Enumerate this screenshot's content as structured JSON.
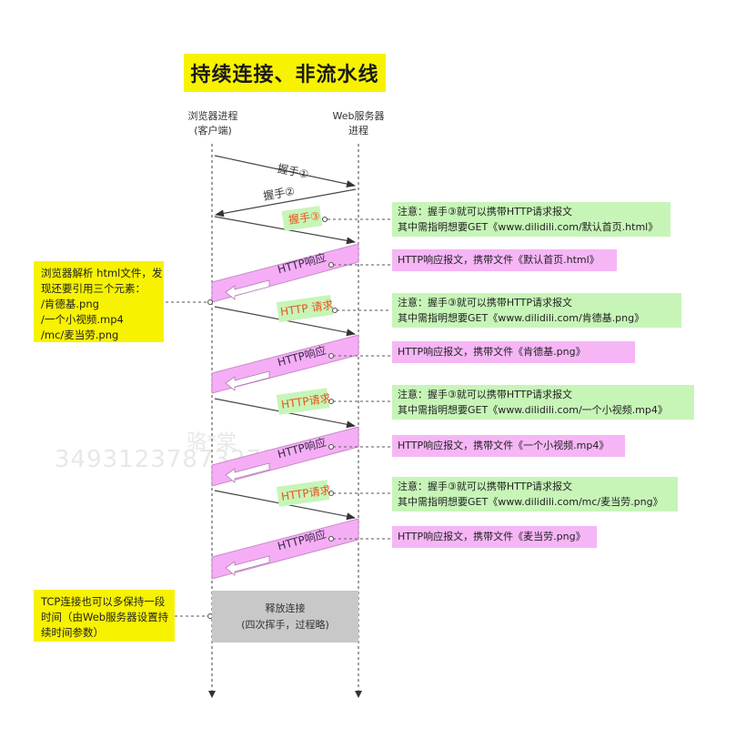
{
  "title": "持续连接、非流水线",
  "lifelines": {
    "client": {
      "line1": "浏览器进程",
      "line2": "(客户端)"
    },
    "server": {
      "line1": "Web服务器",
      "line2": "进程"
    }
  },
  "handshakes": [
    {
      "label": "握手①"
    },
    {
      "label": "握手②"
    },
    {
      "label": "握手③"
    }
  ],
  "messages": {
    "response_label": "HTTP响应",
    "request_labels": [
      "HTTP 请求",
      "HTTP请求",
      "HTTP请求"
    ]
  },
  "notes": {
    "green": [
      {
        "line1": "注意：握手③就可以携带HTTP请求报文",
        "line2": "其中需指明想要GET《www.dilidili.com/默认首页.html》"
      },
      {
        "line1": "注意：握手③就可以携带HTTP请求报文",
        "line2": "其中需指明想要GET《www.dilidili.com/肯德基.png》"
      },
      {
        "line1": "注意：握手③就可以携带HTTP请求报文",
        "line2": "其中需指明想要GET《www.dilidili.com/一个小视频.mp4》"
      },
      {
        "line1": "注意：握手③就可以携带HTTP请求报文",
        "line2": "其中需指明想要GET《www.dilidili.com/mc/麦当劳.png》"
      }
    ],
    "pink": [
      {
        "text": "HTTP响应报文，携带文件《默认首页.html》"
      },
      {
        "text": "HTTP响应报文，携带文件《肯德基.png》"
      },
      {
        "text": "HTTP响应报文，携带文件《一个小视频.mp4》"
      },
      {
        "text": "HTTP响应报文，携带文件《麦当劳.png》"
      }
    ],
    "yellow_parse": {
      "lines": [
        "浏览器解析 html文件，发",
        "现还要引用三个元素：",
        "/肯德基.png",
        "/一个小视频.mp4",
        "/mc/麦当劳.png"
      ]
    },
    "yellow_keepalive": {
      "lines": [
        "TCP连接也可以多保持一段",
        "时间（由Web服务器设置持",
        "续时间参数）"
      ]
    }
  },
  "release_box": {
    "line1": "释放连接",
    "line2": "(四次挥手，过程略)"
  },
  "watermark": {
    "name": "骆*棠",
    "id": "349312378732753"
  },
  "colors": {
    "title_bg": "#f7f200",
    "green_note": "#c7f5b8",
    "pink_note": "#f6b6f6",
    "pink_band": "#f5aef5",
    "request_label": "#e8561e",
    "release_box": "#c8c8c8"
  }
}
